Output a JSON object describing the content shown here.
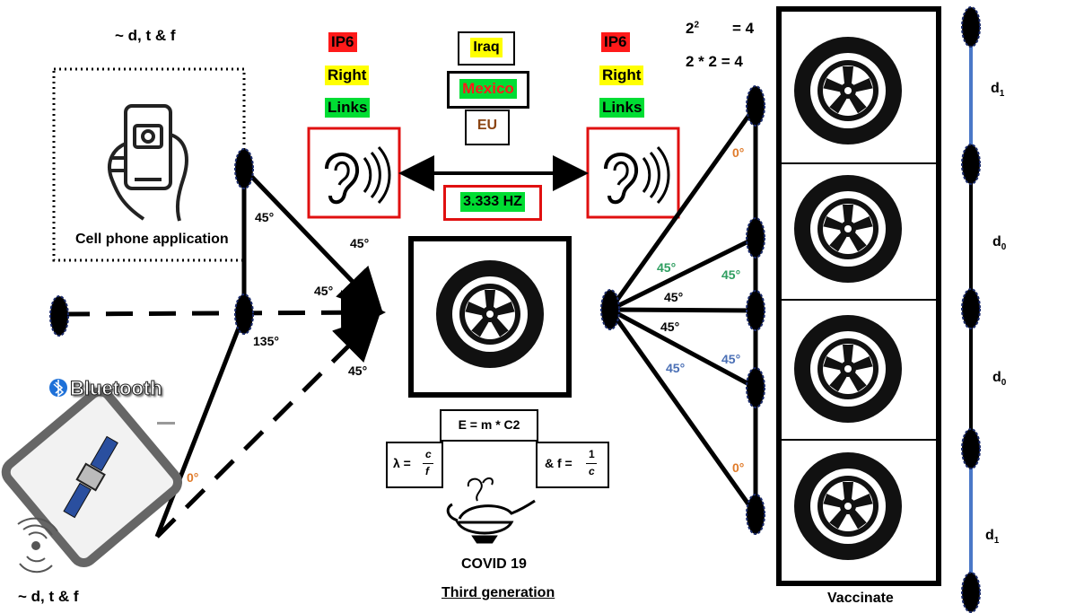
{
  "top_left_label": "~ d, t & f",
  "bottom_left_label": "~ d, t & f",
  "cell_phone_label": "Cell phone application",
  "bluetooth_label": "Bluetooth",
  "left_tags": [
    "IP6",
    "Right",
    "Links"
  ],
  "right_tags": [
    "IP6",
    "Right",
    "Links"
  ],
  "regions": [
    "Iraq",
    "Mexico",
    "EU"
  ],
  "frequency": "3.333 HZ",
  "angles_left": {
    "a1": "45°",
    "a2": "45°",
    "a3": "45°",
    "a4": "135°",
    "a5": "45°",
    "a6": "0°"
  },
  "angles_right": {
    "r1": "0°",
    "r2": "45°",
    "r3": "45°",
    "r4": "45°",
    "r5": "45°",
    "r6": "45°",
    "r7": "45°",
    "r8": "0°"
  },
  "equation": "E = m * C2",
  "lambda_prefix": "λ =",
  "lambda_num": "c",
  "lambda_den": "f",
  "f_prefix": "& f =",
  "f_num": "1",
  "f_den": "c",
  "covid": "COVID 19",
  "third_generation": "Third generation",
  "vaccinate": "Vaccinate",
  "math": {
    "base": "2",
    "exp": "2",
    "eq1": "= 4",
    "line2": "2 * 2 = 4"
  },
  "distances": {
    "d1a": "d",
    "d1a_sub": "1",
    "d0a": "d",
    "d0a_sub": "0",
    "d0b": "d",
    "d0b_sub": "0",
    "d1b": "d",
    "d1b_sub": "1"
  },
  "colors": {
    "red": "#ff1a1a",
    "yellow": "#ffff00",
    "green": "#00dd33",
    "orange": "#e07b2a",
    "teal": "#2e9e60",
    "blue": "#4a6fb5",
    "line_blue": "#4a78c8"
  }
}
